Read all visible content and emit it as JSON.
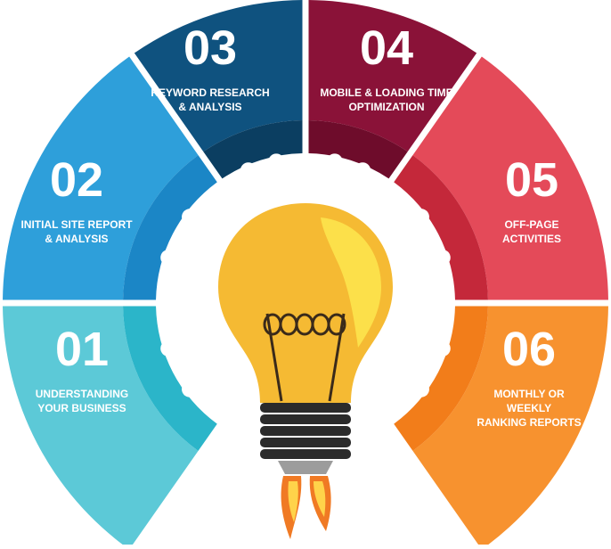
{
  "steps": [
    {
      "number": "01",
      "lines": [
        "UNDERSTANDING",
        "YOUR BUSINESS"
      ],
      "color": "#5CC9D7",
      "inner_color": "#2BB5C9"
    },
    {
      "number": "02",
      "lines": [
        "INITIAL SITE REPORT",
        "& ANALYSIS"
      ],
      "color": "#2E9FDA",
      "inner_color": "#1B86C6"
    },
    {
      "number": "03",
      "lines": [
        "KEYWORD RESEARCH",
        "& ANALYSIS"
      ],
      "color": "#0F527F",
      "inner_color": "#0B3E61"
    },
    {
      "number": "04",
      "lines": [
        "MOBILE & LOADING TIME",
        "OPTIMIZATION"
      ],
      "color": "#8A1238",
      "inner_color": "#6E0C2B"
    },
    {
      "number": "05",
      "lines": [
        "OFF-PAGE",
        "ACTIVITIES"
      ],
      "color": "#E44A59",
      "inner_color": "#C4283A"
    },
    {
      "number": "06",
      "lines": [
        "MONTHLY OR",
        "WEEKLY",
        "RANKING REPORTS"
      ],
      "color": "#F7922F",
      "inner_color": "#F27D1A"
    }
  ],
  "bulb": {
    "glass_color": "#F5BA33",
    "highlight_color": "#FCE04A",
    "base_color": "#2B2B2B",
    "flame_color": "#F07A24"
  }
}
